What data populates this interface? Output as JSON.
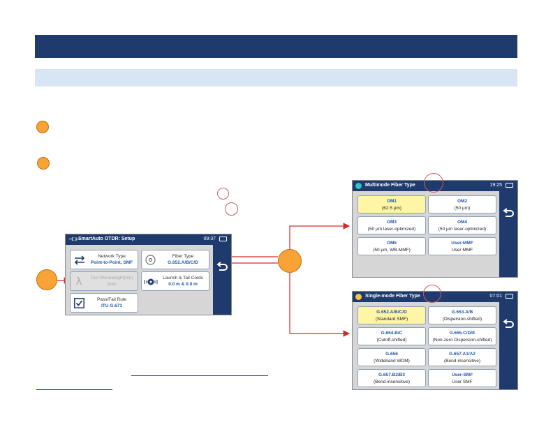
{
  "setup_screen": {
    "title": "SmartAuto OTDR: Setup",
    "time": "09:37",
    "buttons": {
      "network_type": {
        "label": "Network Type",
        "value": "Point-to-Point, SMF"
      },
      "fiber_type": {
        "label": "Fiber Type",
        "value": "G.652.A/B/C/D"
      },
      "test_wavelengths": {
        "label": "Test Wavelength(nm)",
        "value": "Auto"
      },
      "launch_tail": {
        "label": "Launch & Tail Cords",
        "value": "0.0 m & 0.0 m"
      },
      "pass_fail": {
        "label": "Pass/Fail Rule",
        "value": "ITU G.671"
      }
    }
  },
  "multimode_screen": {
    "title": "Multimode Fiber Type",
    "time": "19:25",
    "options": [
      {
        "name": "OM1",
        "desc": "(62.5 µm)",
        "selected": true
      },
      {
        "name": "OM2",
        "desc": "(50 µm)",
        "selected": false
      },
      {
        "name": "OM3",
        "desc": "(50 µm laser-optimized)",
        "selected": false
      },
      {
        "name": "OM4",
        "desc": "(50 µm laser-optimized)",
        "selected": false
      },
      {
        "name": "OM5",
        "desc": "(50 µm, WB-MMF)",
        "selected": false
      },
      {
        "name": "User-MMF",
        "desc": "User MMF",
        "selected": false
      }
    ]
  },
  "singlemode_screen": {
    "title": "Single-mode Fiber Type",
    "time": "07:01",
    "options": [
      {
        "name": "G.652.A/B/C/D",
        "desc": "(Standard SMF)",
        "selected": true
      },
      {
        "name": "G.653.A/B",
        "desc": "(Dispersion-shifted)",
        "selected": false
      },
      {
        "name": "G.654.B/C",
        "desc": "(Cutoff-shifted)",
        "selected": false
      },
      {
        "name": "G.655.C/D/E",
        "desc": "(Non-zero Dispersion-shifted)",
        "selected": false
      },
      {
        "name": "G.656",
        "desc": "(Wideband WDM)",
        "selected": false
      },
      {
        "name": "G.657.A1/A2",
        "desc": "(Bend-insensitive)",
        "selected": false
      },
      {
        "name": "G.657.B2/B3",
        "desc": "(Bend-insensitive)",
        "selected": false
      },
      {
        "name": "User-SMF",
        "desc": "User SMF",
        "selected": false
      }
    ]
  },
  "colors": {
    "navy": "#1f3b6e",
    "light_band": "#d7e5f5",
    "callout_orange": "#f7a335",
    "arrow_red": "#d62a2a",
    "selected_yellow": "#fff5a6"
  },
  "icons": [
    "swap-arrows-icon",
    "fiber-circle-icon",
    "lambda-icon",
    "cord-reel-icon",
    "checkbox-icon",
    "back-arrow-icon",
    "battery-icon",
    "disc-icon"
  ]
}
